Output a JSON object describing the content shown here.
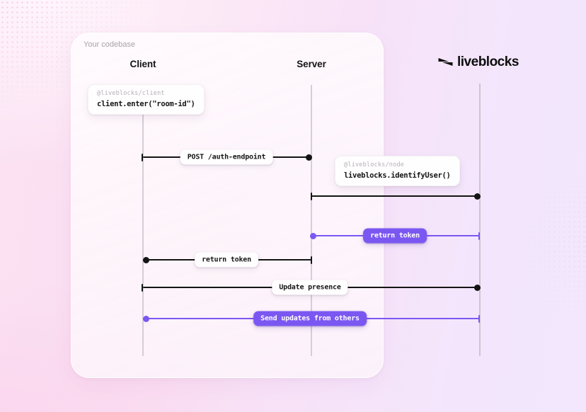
{
  "panel": {
    "label": "Your codebase"
  },
  "lanes": {
    "client": "Client",
    "server": "Server"
  },
  "logo": {
    "name": "liveblocks"
  },
  "code_cards": {
    "client": {
      "package": "@liveblocks/client",
      "code": "client.enter(\"room-id\")"
    },
    "node": {
      "package": "@liveblocks/node",
      "code": "liveblocks.identifyUser()"
    }
  },
  "messages": {
    "post_auth": "POST /auth-endpoint",
    "return_token_purple": "return token",
    "return_token_black": "return token",
    "update_presence": "Update presence",
    "send_updates": "Send updates from others"
  },
  "colors": {
    "accent_purple": "#7b57f2",
    "line_black": "#141414",
    "lifeline_gray": "#d5ced6"
  }
}
